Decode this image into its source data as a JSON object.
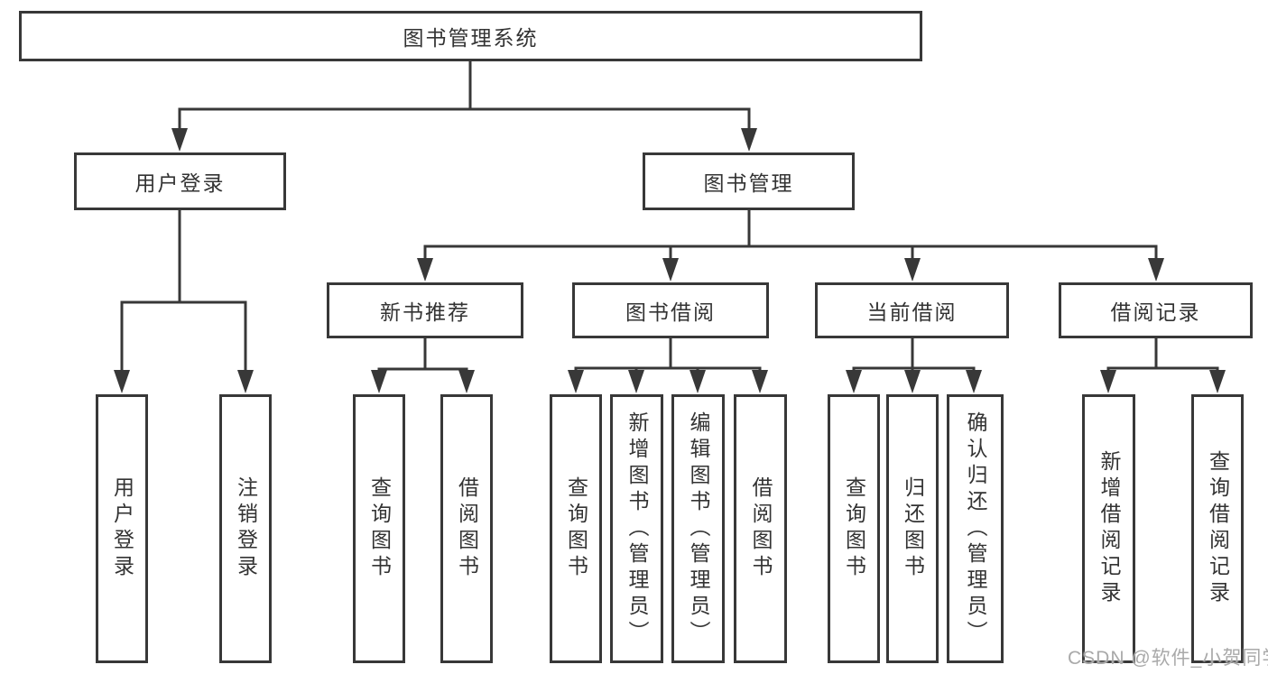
{
  "nodes": {
    "root": "图书管理系统",
    "user_login": "用户登录",
    "book_mgmt": "图书管理",
    "new_books": "新书推荐",
    "book_borrow": "图书借阅",
    "current_borrow": "当前借阅",
    "borrow_records": "借阅记录"
  },
  "leaves": {
    "user_login": [
      "用户登录",
      "注销登录"
    ],
    "new_books": [
      "查询图书",
      "借阅图书"
    ],
    "book_borrow": [
      "查询图书",
      "新增图书（管理员）",
      "编辑图书（管理员）",
      "借阅图书"
    ],
    "current_borrow": [
      "查询图书",
      "归还图书",
      "确认归还（管理员）"
    ],
    "borrow_records": [
      "新增借阅记录",
      "查询借阅记录"
    ]
  },
  "watermark": {
    "text": "CSDN @软件_小贺同学"
  },
  "colors": {
    "line_color": "#383838",
    "text_color": "#333333",
    "watermark_color": "#a9a9a9",
    "bg_color": "#ffffff"
  }
}
